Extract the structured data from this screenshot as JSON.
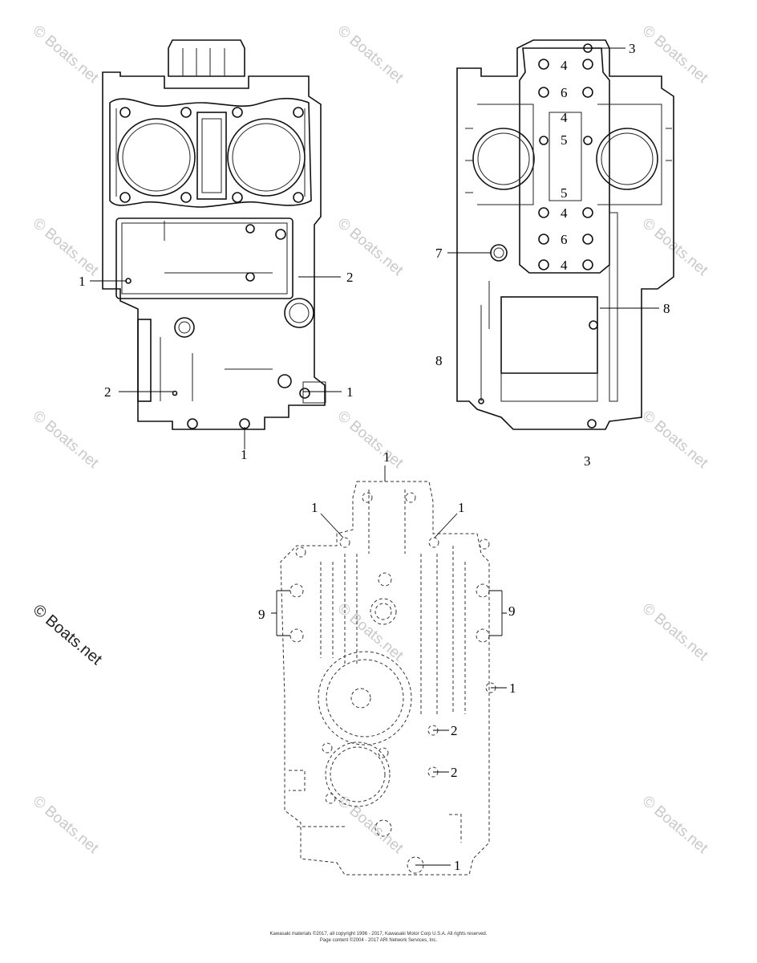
{
  "watermark": {
    "text": "© Boats.net"
  },
  "callouts": {
    "upper_left": [
      "1",
      "2",
      "2",
      "1",
      "1"
    ],
    "upper_right": [
      "3",
      "4",
      "6",
      "4",
      "5",
      "5",
      "4",
      "6",
      "4",
      "7",
      "8",
      "8",
      "3"
    ],
    "lower": [
      "1",
      "1",
      "1",
      "9",
      "9",
      "1",
      "2",
      "2",
      "1"
    ]
  },
  "copyright": {
    "line1": "Kawasaki materials ©2017, all copyright 1996 - 2017, Kawasaki Motor Corp U.S.A. All rights reserved.",
    "line2": "Page content ©2004 - 2017 ARI Network Services, Inc."
  },
  "colors": {
    "line": "#111111",
    "watermark": "#c9c9c9",
    "background": "#ffffff"
  }
}
